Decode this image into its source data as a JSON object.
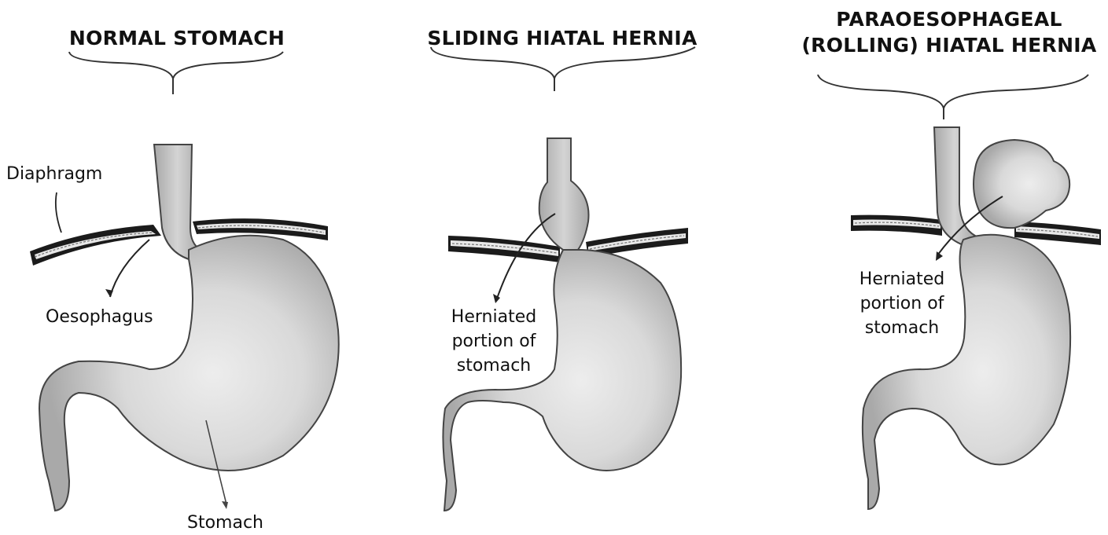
{
  "panels": [
    {
      "title": "NORMAL STOMACH",
      "labels": {
        "diaphragm": "Diaphragm",
        "oesophagus": "Oesophagus",
        "stomach": "Stomach"
      }
    },
    {
      "title": "SLIDING HIATAL HERNIA",
      "labels": {
        "herniated": [
          "Herniated",
          "portion of",
          "stomach"
        ]
      }
    },
    {
      "title_lines": [
        "PARAOESOPHAGEAL",
        "(ROLLING) HIATAL HERNIA"
      ],
      "labels": {
        "herniated": [
          "Herniated",
          "portion of",
          "stomach"
        ]
      }
    }
  ],
  "colors": {
    "stomach_fill": "#bdbdbd",
    "stomach_highlight": "#ececec",
    "outline": "#3a3a3a",
    "diaphragm": "#1a1a1a"
  }
}
